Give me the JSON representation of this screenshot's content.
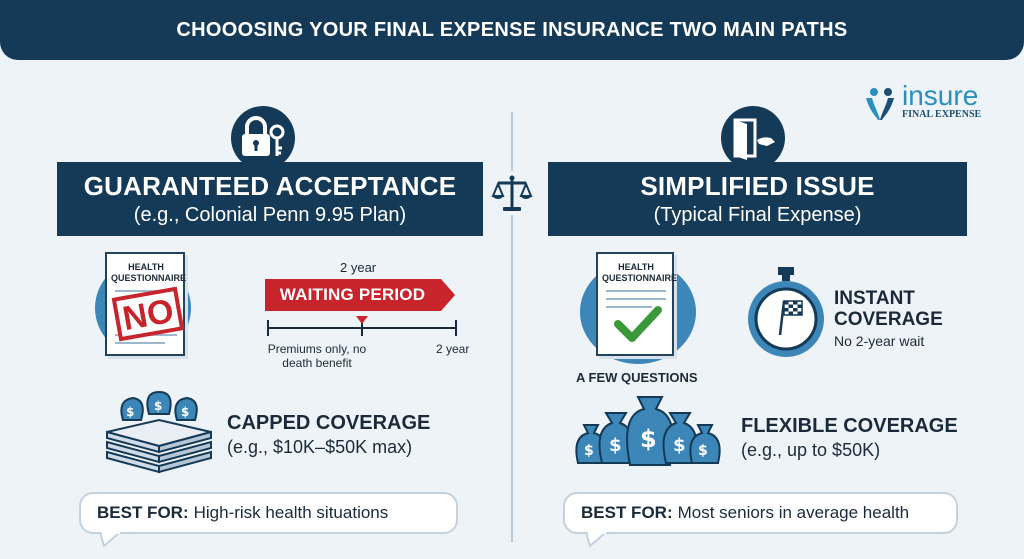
{
  "banner": {
    "title": "CHOOOSING YOUR FINAL EXPENSE INSURANCE TWO MAIN PATHS"
  },
  "logo": {
    "word": "insure",
    "sub": "FINAL EXPENSE"
  },
  "left": {
    "title": "GUARANTEED ACCEPTANCE",
    "subtitle": "(e.g., Colonial Penn 9.95 Plan)",
    "doc_title": "HEALTH QUESTIONNAIRE",
    "stamp": "NO",
    "wait_top": "2 year",
    "wait_label": "WAITING PERIOD",
    "timeline_left": "Premiums only, no death benefit",
    "timeline_right": "2 year",
    "coverage_title": "CAPPED COVERAGE",
    "coverage_sub": "(e.g., $10K–$50K max)",
    "best_for_label": "BEST FOR:",
    "best_for_text": "High-risk health situations"
  },
  "right": {
    "title": "SIMPLIFIED ISSUE",
    "subtitle": "(Typical Final Expense)",
    "doc_title": "HEALTH QUESTIONNAIRE",
    "doc_caption": "A FEW QUESTIONS",
    "instant_title_1": "INSTANT",
    "instant_title_2": "COVERAGE",
    "instant_sub": "No 2-year wait",
    "coverage_title": "FLEXIBLE COVERAGE",
    "coverage_sub": "(e.g., up to $50K)",
    "best_for_label": "BEST FOR:",
    "best_for_text": "Most seniors in average health"
  },
  "icons": {
    "left_header": "padlock-key-icon",
    "right_header": "open-door-hand-icon",
    "center": "balance-scale-icon",
    "timer": "stopwatch-flag-icon",
    "check": "check-mark-icon"
  },
  "colors": {
    "navy": "#143a57",
    "accent_blue": "#3d86b8",
    "red": "#c7242b",
    "green": "#3a9a3a",
    "background": "#eef3f7"
  }
}
